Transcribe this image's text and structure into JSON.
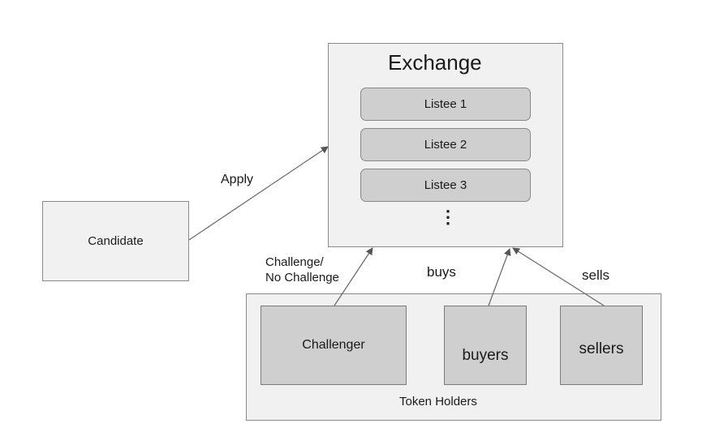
{
  "exchange": {
    "title": "Exchange",
    "listees": [
      "Listee 1",
      "Listee 2",
      "Listee 3"
    ],
    "ellipsis": "⋮"
  },
  "candidate": {
    "label": "Candidate"
  },
  "edges": {
    "apply": "Apply",
    "challenge_line1": "Challenge/",
    "challenge_line2": "No Challenge",
    "buys": "buys",
    "sells": "sells"
  },
  "token_holders": {
    "label": "Token Holders",
    "challenger": "Challenger",
    "buyers": "buyers",
    "sellers": "sellers"
  }
}
